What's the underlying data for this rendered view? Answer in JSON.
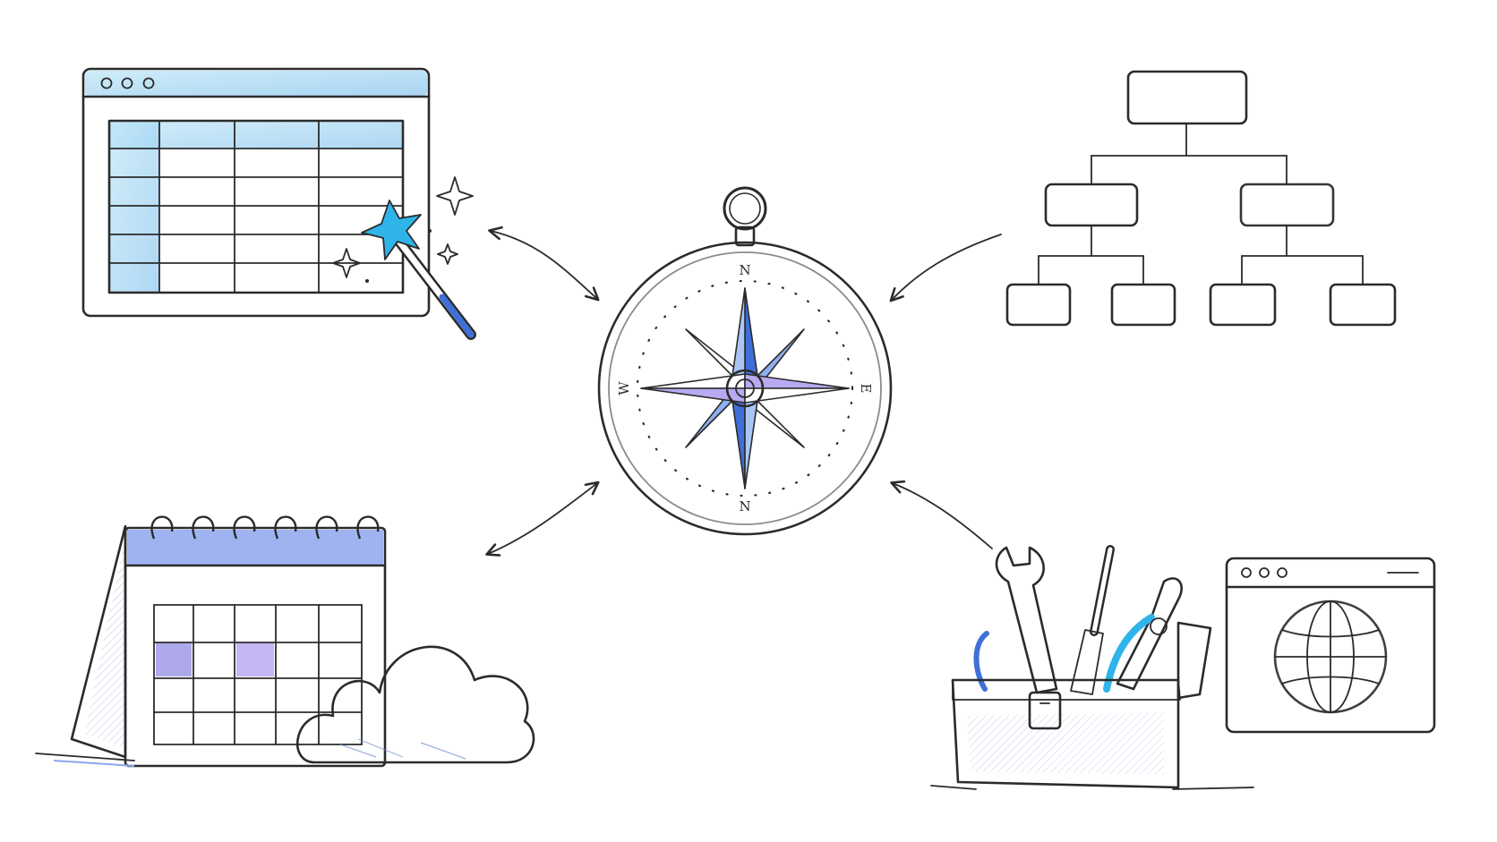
{
  "compass": {
    "cardinals": {
      "top": "N",
      "bottom": "N",
      "left": "W",
      "right": "E"
    }
  },
  "colors": {
    "ink": "#2b2b2b",
    "light_blue": "#a9d8f2",
    "blue": "#8fb0f0",
    "lavender": "#b9a9f0",
    "pale_blue": "#dce9fb",
    "accent_blue": "#3f6fd8",
    "cyan": "#2fb4ea"
  },
  "icons": [
    "spreadsheet-icon",
    "magic-wand-icon",
    "compass-icon",
    "org-chart-icon",
    "calendar-icon",
    "cloud-icon",
    "toolbox-icon",
    "wrench-icon",
    "screwdriver-icon",
    "pliers-icon",
    "browser-globe-icon"
  ]
}
